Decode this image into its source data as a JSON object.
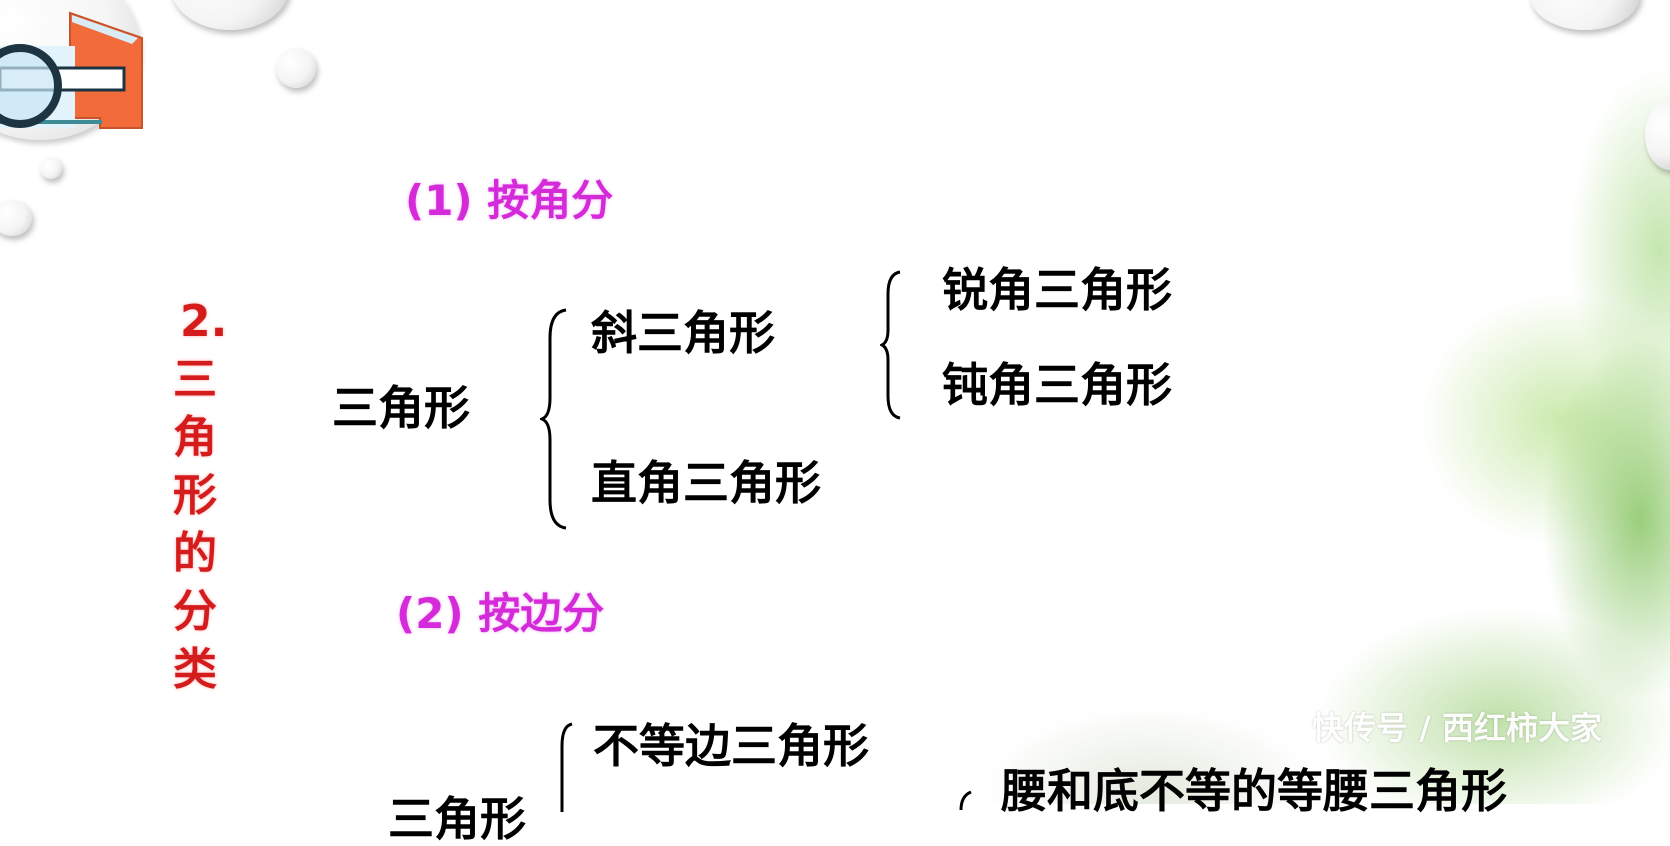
{
  "heading": {
    "number": "2.",
    "vertical_title": [
      "三",
      "角",
      "形",
      "的",
      "分",
      "类"
    ]
  },
  "by_angle": {
    "label": "(1) 按角分",
    "root": "三角形",
    "branches": [
      "斜三角形",
      "直角三角形"
    ],
    "sub_branches": [
      "锐角三角形",
      "钝角三角形"
    ]
  },
  "by_side": {
    "label": "(2) 按边分",
    "root": "三角形",
    "branches": [
      "不等边三角形",
      "腰和底不等的等腰三角形"
    ]
  },
  "watermark": "快传号 / 西红柿大家",
  "colors": {
    "section_label": "#d52ad9",
    "title": "#d41c1c",
    "text": "#000000"
  }
}
